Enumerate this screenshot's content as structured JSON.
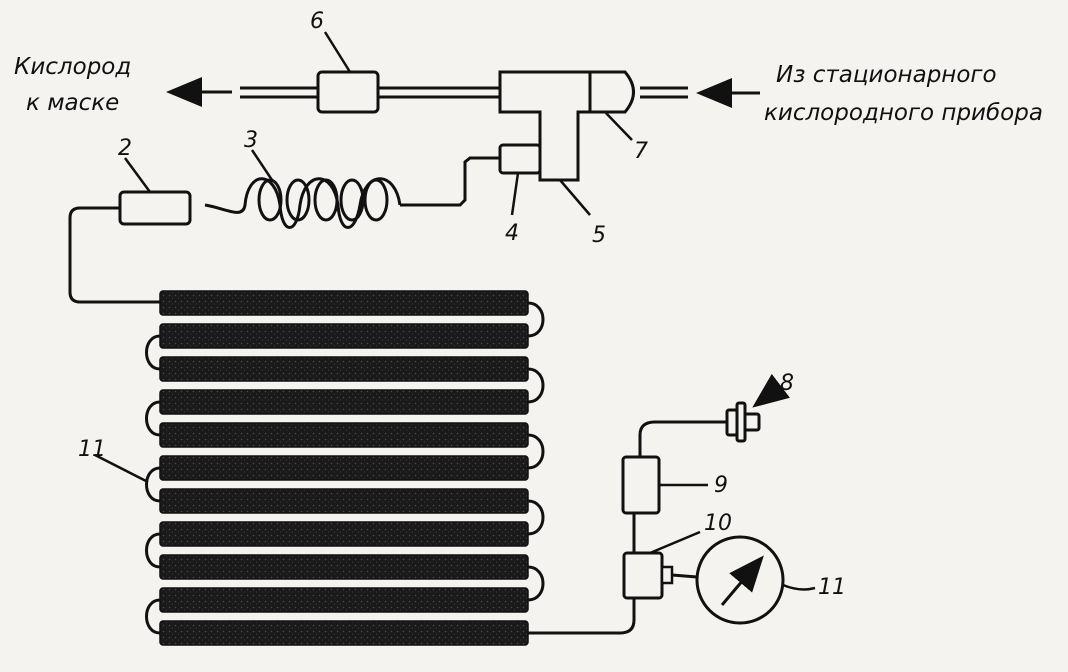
{
  "captions": {
    "outlet_line1": "Кислород",
    "outlet_line2": "к маске",
    "inlet_line1": "Из стационарного",
    "inlet_line2": "кислородного прибора"
  },
  "callouts": {
    "n2": "2",
    "n3": "3",
    "n4": "4",
    "n5": "5",
    "n6": "6",
    "n7": "7",
    "n8": "8",
    "n9": "9",
    "n10": "10",
    "n11": "11",
    "n1": "11"
  },
  "style": {
    "ink": "#111111",
    "background": "#f4f3f0"
  }
}
